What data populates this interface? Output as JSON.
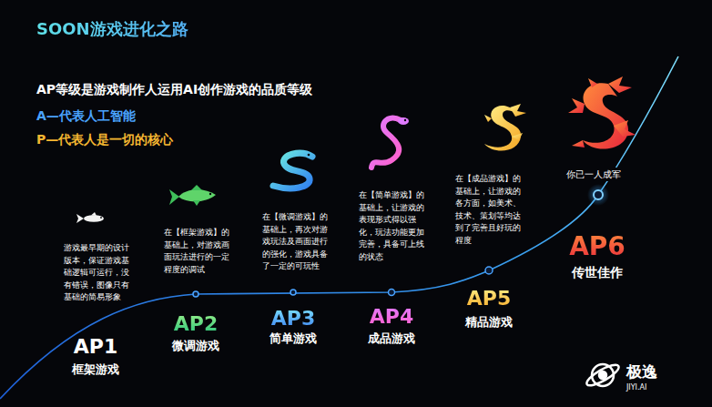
{
  "diagram": {
    "title": "SOON游戏进化之路",
    "labels": [
      "AP等级是游戏制作人运用AI创作游戏的品质等级",
      "A—代表人工智能",
      "P—代表人是一切的核心",
      "游戏最早期的设计版本，保证游戏基础逻辑可运行，没有错误，图像只有基础的简易形象",
      "在【框架游戏】的基础上，对游戏画面玩法进行的一定程度的调试",
      "在【微调游戏】的基础上，再次对游戏玩法及画面进行的强化，游戏具备了一定的可玩性",
      "在【简单游戏】的基础上，让游戏的表现形式得以强化，玩法功能更加完善，具备可上线的状态",
      "在【成品游戏】的基础上，让游戏的各方面，如美术、技术、策划等均达到了完善且好玩的程度",
      "你已一人成军",
      "AP1",
      "框架游戏",
      "AP2",
      "微调游戏",
      "AP3",
      "简单游戏",
      "AP4",
      "成品游戏",
      "AP5",
      "精品游戏",
      "AP6",
      "传世佳作",
      "极逸",
      "JIYI.AI"
    ]
  }
}
